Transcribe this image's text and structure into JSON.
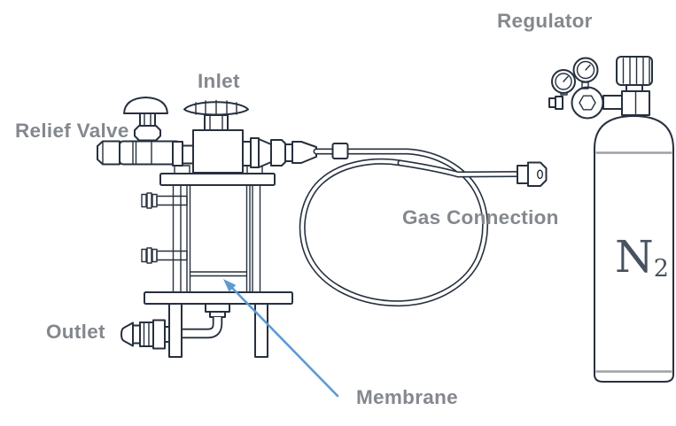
{
  "labels": {
    "relief_valve": "Relief Valve",
    "inlet": "Inlet",
    "regulator": "Regulator",
    "gas_connection": "Gas Connection",
    "outlet": "Outlet",
    "membrane": "Membrane"
  },
  "cylinder": {
    "gas_main": "N",
    "gas_sub": "2"
  },
  "colors": {
    "line": "#27303e",
    "label_text": "#84888e",
    "arrow": "#5b9bd5",
    "cylinder_seam": "#9aa0a6",
    "background": "#ffffff",
    "gas_text": "#46525f"
  }
}
